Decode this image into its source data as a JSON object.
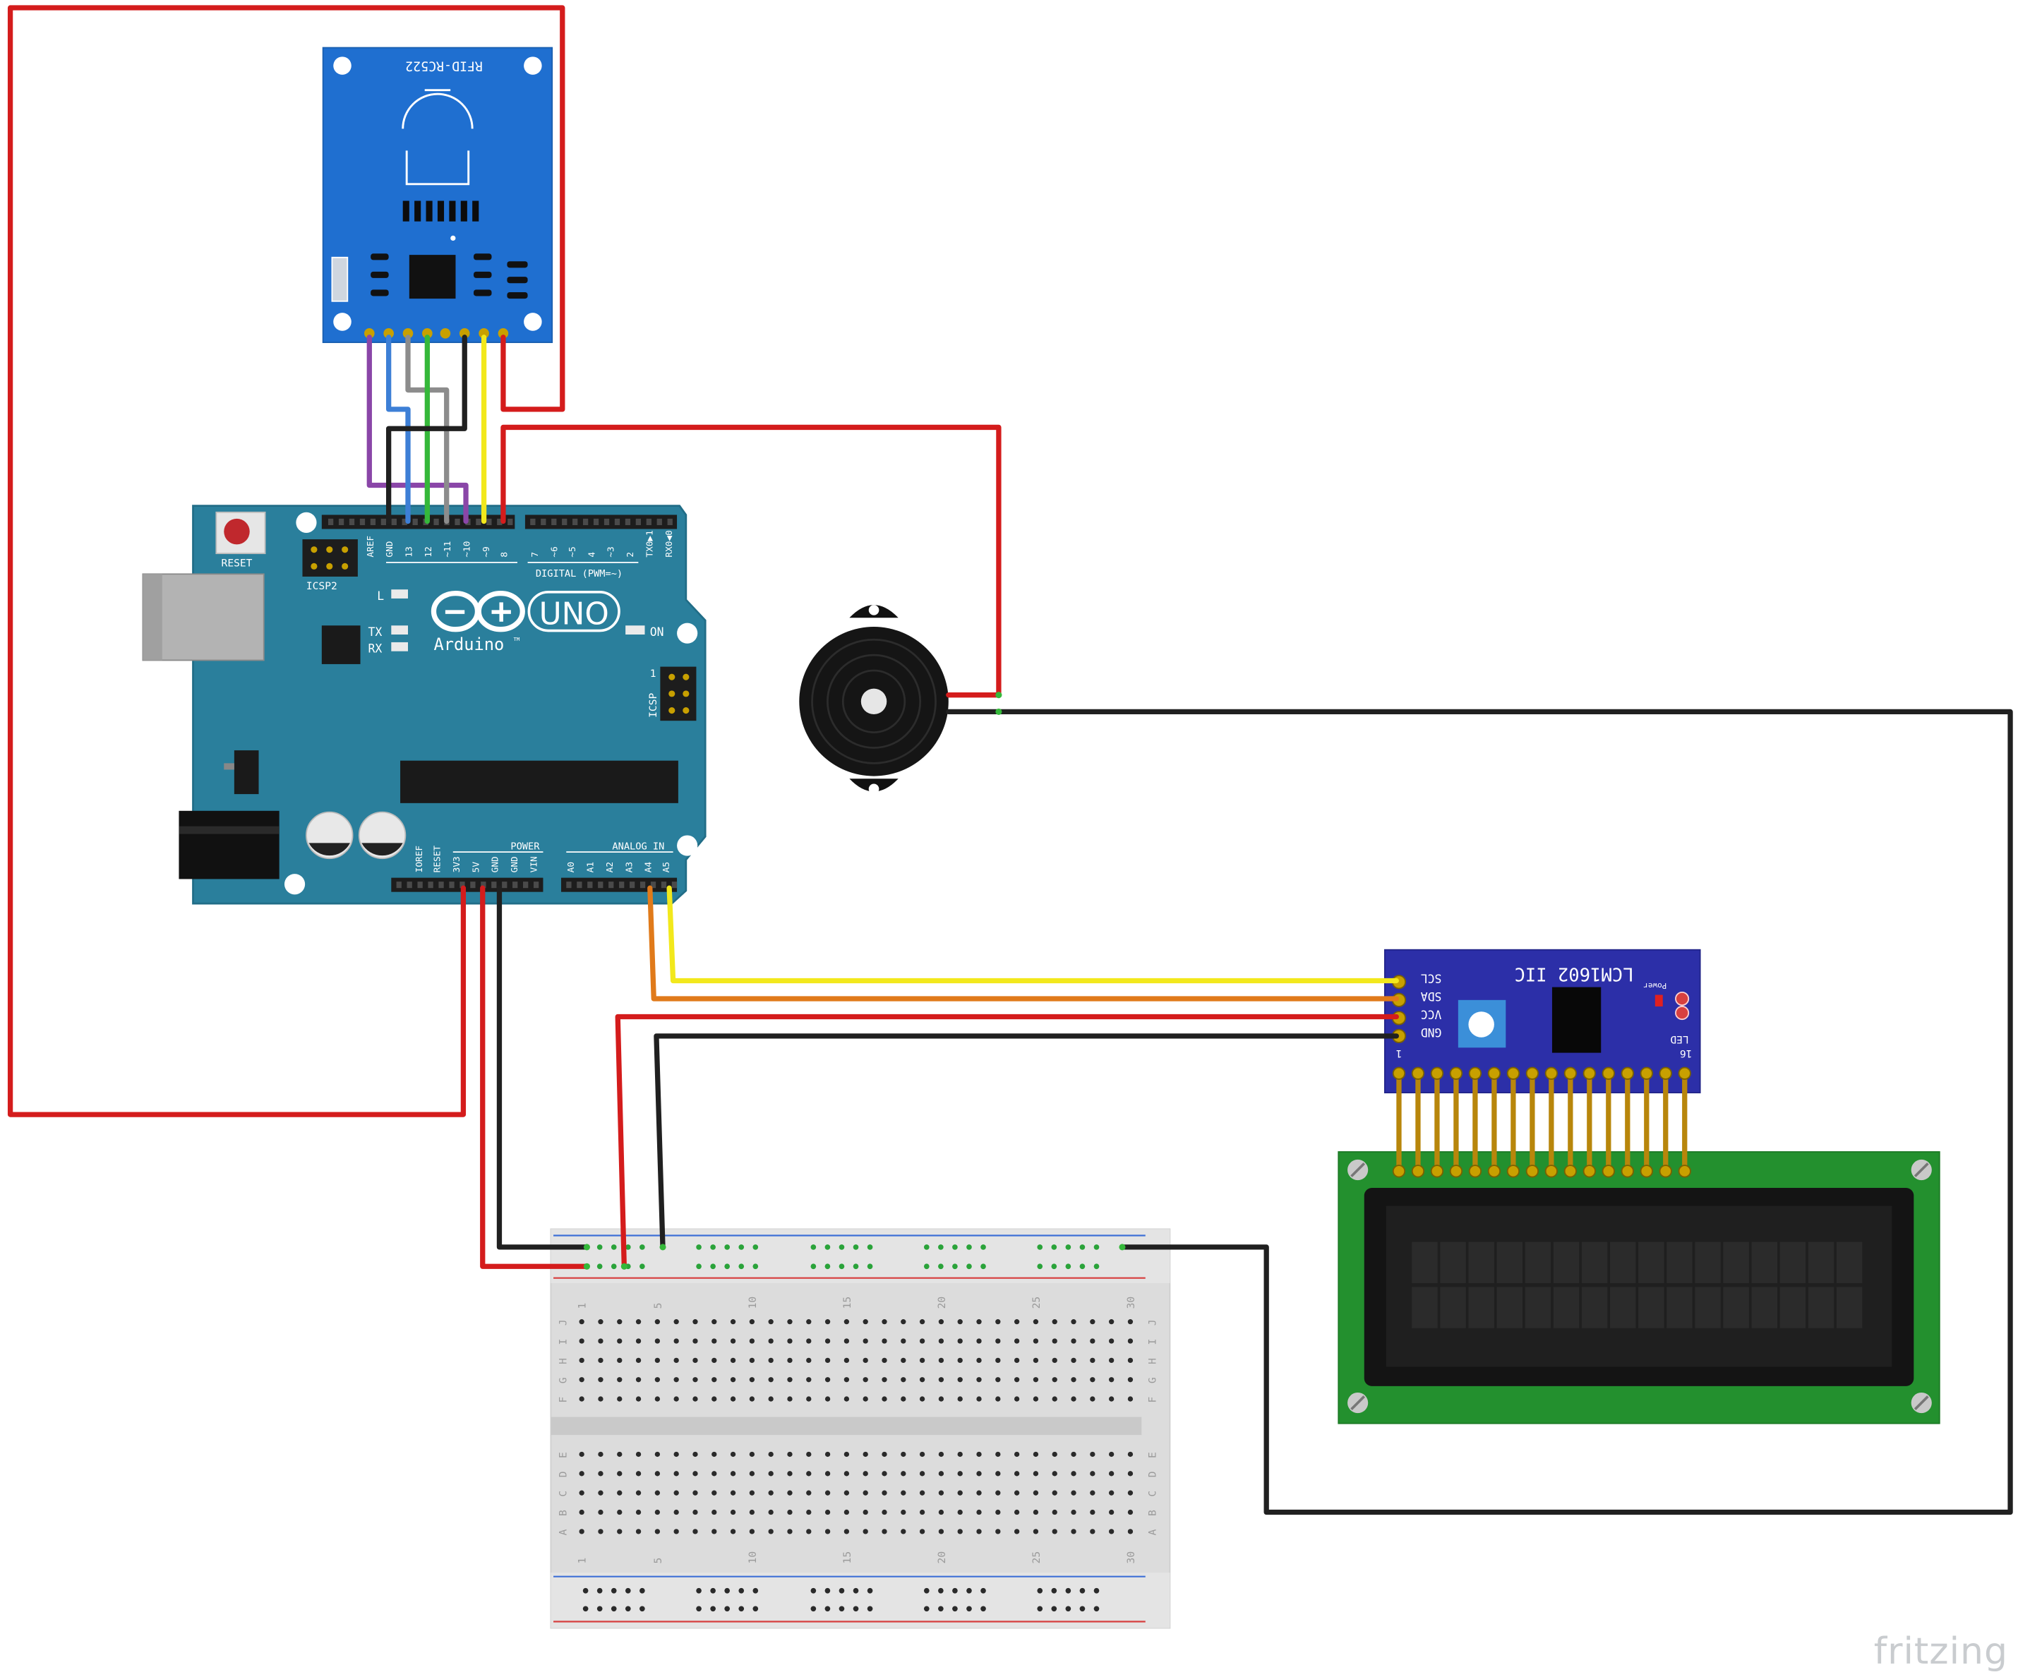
{
  "rfid": {
    "name": "RFID-RC522"
  },
  "arduino": {
    "reset_label": "RESET",
    "icsp2_label": "ICSP2",
    "icsp_label": "ICSP",
    "icsp_pin1": "1",
    "digital_label": "DIGITAL (PWM=~)",
    "power_label": "POWER",
    "analog_label": "ANALOG IN",
    "l_label": "L",
    "tx_label": "TX",
    "rx_label": "RX",
    "on_label": "ON",
    "brand": "Arduino",
    "tm": "TM",
    "model": "UNO",
    "digital_pins": [
      "AREF",
      "GND",
      "13",
      "12",
      "~11",
      "~10",
      "~9",
      "8",
      "7",
      "~6",
      "~5",
      "4",
      "~3",
      "2",
      "TX0▶1",
      "RX0◀0"
    ],
    "power_pins": [
      "IOREF",
      "RESET",
      "3V3",
      "5V",
      "GND",
      "GND",
      "VIN"
    ],
    "analog_pins": [
      "A0",
      "A1",
      "A2",
      "A3",
      "A4",
      "A5"
    ]
  },
  "i2c": {
    "title": "LCM1602 IIC",
    "power_label": "Power",
    "led_label": "LED",
    "pin1": "1",
    "pin16": "16",
    "pins": [
      "SCL",
      "SDA",
      "VCC",
      "GND"
    ]
  },
  "breadboard": {
    "col_numbers": [
      "1",
      "5",
      "10",
      "15",
      "20",
      "25",
      "30"
    ],
    "row_letters_top": [
      "J",
      "I",
      "H",
      "G",
      "F"
    ],
    "row_letters_bottom": [
      "E",
      "D",
      "C",
      "B",
      "A"
    ]
  },
  "branding": {
    "text": "fritzing"
  },
  "colors": {
    "rfid_board": "#1f6fd0",
    "arduino_board": "#2a7f9c",
    "i2c_board": "#2c2fa8",
    "lcd_board": "#23902e",
    "wire_red": "#d41c1c",
    "wire_black": "#202020",
    "wire_yellow": "#f2e81c",
    "wire_orange": "#e07a1a",
    "wire_purple": "#8a46a8",
    "wire_blue": "#3d7fd6",
    "wire_green": "#35b83a",
    "wire_gray": "#8c8c8c"
  }
}
